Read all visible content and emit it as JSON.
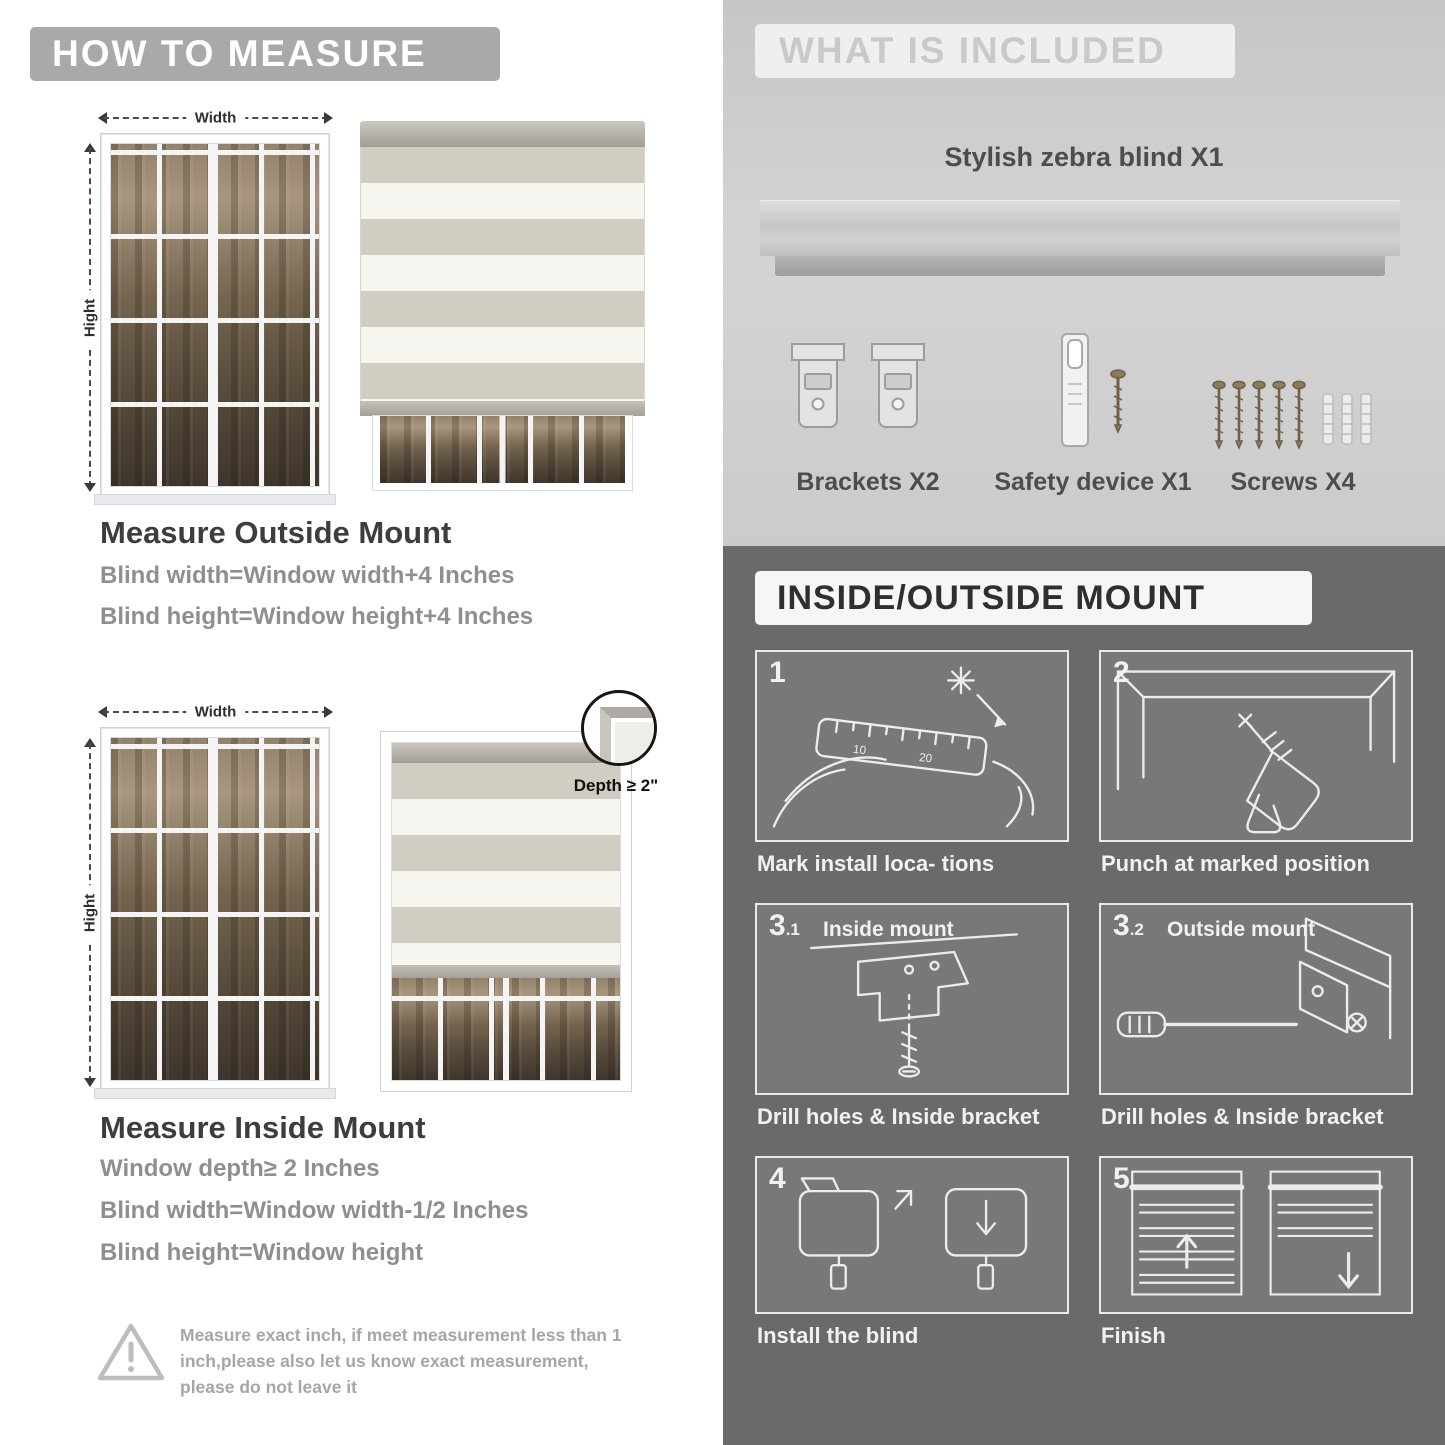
{
  "colors": {
    "banner_gray": "#a9a9a9",
    "heading_dark": "#3d3d3d",
    "body_gray": "#8f8f8f",
    "silver_bg": "#cccccc",
    "dark_bg": "#6a6a6a",
    "line_art": "#ececec"
  },
  "how_to_measure": {
    "title": "HOW TO MEASURE",
    "labels": {
      "width": "Width",
      "height": "Hight",
      "depth": "Depth ≥ 2\""
    },
    "outside": {
      "heading": "Measure Outside Mount",
      "lines": [
        "Blind width=Window width+4 Inches",
        "Blind height=Window height+4 Inches"
      ]
    },
    "inside": {
      "heading": "Measure Inside Mount",
      "lines": [
        "Window depth≥ 2 Inches",
        "Blind width=Window width-1/2 Inches",
        "Blind height=Window height"
      ]
    },
    "warning": "Measure exact inch, if meet measurement less than 1 inch,please also let us know exact measurement, please do not leave it"
  },
  "included": {
    "title": "WHAT IS INCLUDED",
    "blind_label": "Stylish zebra blind X1",
    "items": [
      {
        "label": "Brackets X2"
      },
      {
        "label": "Safety device X1"
      },
      {
        "label": "Screws X4"
      }
    ]
  },
  "mount_guide": {
    "title": "INSIDE/OUTSIDE MOUNT",
    "ruler_marks": [
      "10",
      "20"
    ],
    "steps": [
      {
        "num": "1",
        "sub": "",
        "title": "",
        "caption": "Mark install loca- tions"
      },
      {
        "num": "2",
        "sub": "",
        "title": "",
        "caption": "Punch at  marked position"
      },
      {
        "num": "3",
        "sub": ".1",
        "title": "Inside mount",
        "caption": "Drill holes &  Inside bracket"
      },
      {
        "num": "3",
        "sub": ".2",
        "title": "Outside mount",
        "caption": "Drill holes &  Inside bracket"
      },
      {
        "num": "4",
        "sub": "",
        "title": "",
        "caption": "Install the blind"
      },
      {
        "num": "5",
        "sub": "",
        "title": "",
        "caption": "Finish"
      }
    ]
  }
}
